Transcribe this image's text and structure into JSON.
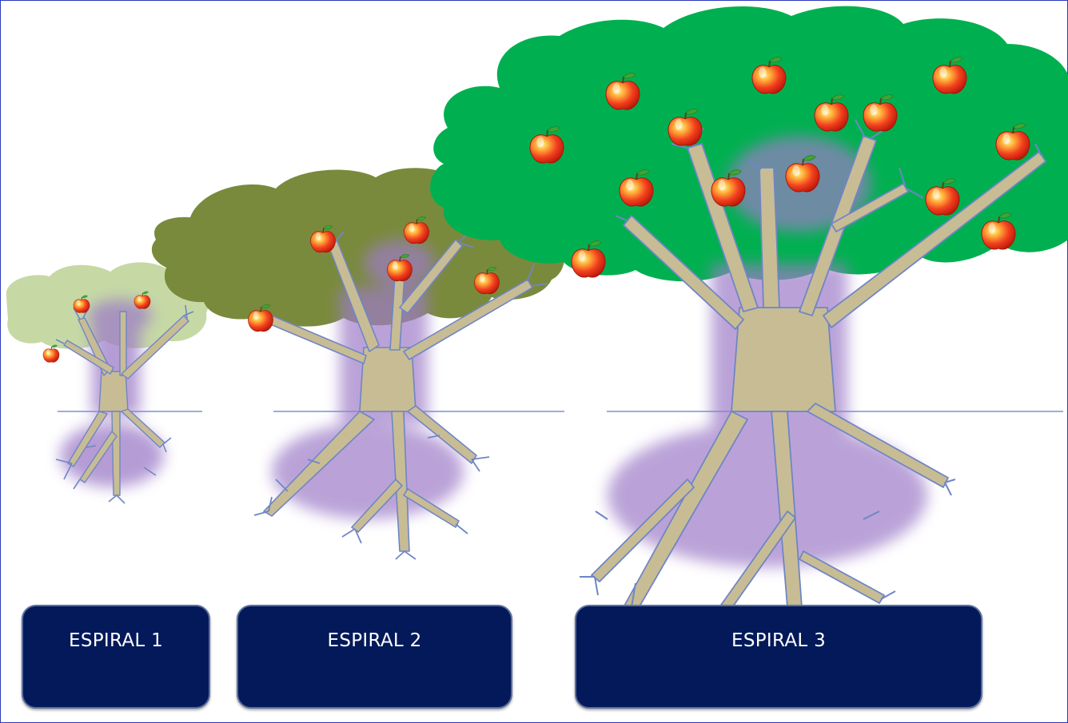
{
  "buttons": {
    "espiral_1": "ESPIRAL 1",
    "espiral_2": "ESPIRAL 2",
    "espiral_3": "ESPIRAL 3"
  },
  "colors": {
    "crown_small": "#c6d9a5",
    "crown_medium": "#7a8a3c",
    "crown_large": "#00b050",
    "trunk": "#c8bc95",
    "trunk_outline": "#6f86c4",
    "glow": "#9d7cc8",
    "ground_line": "#5b7fc2",
    "button_fill": "#03195a",
    "apple": "#e8321c"
  }
}
